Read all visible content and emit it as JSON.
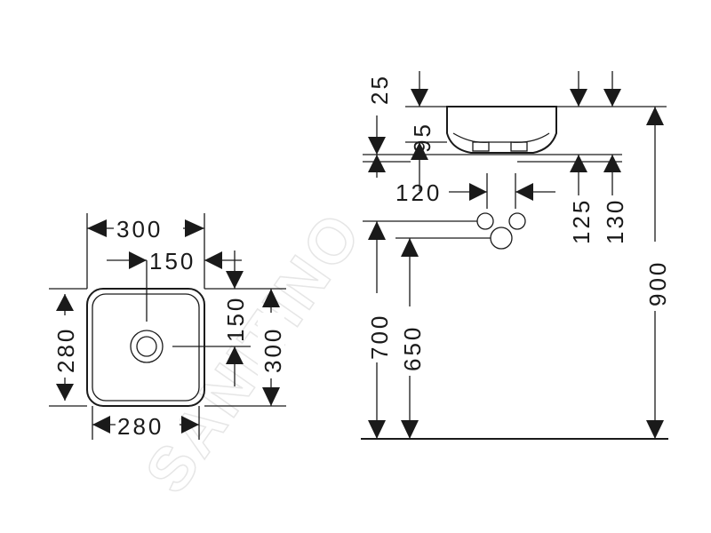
{
  "watermark": "SANITINO",
  "top_view": {
    "overall_width": "300",
    "inner_width": "280",
    "center_offset_x": "150",
    "overall_depth": "300",
    "inner_depth": "280",
    "center_offset_y": "150"
  },
  "side_view": {
    "rim_height": "25",
    "bowl_height": "95",
    "drain_offset": "120",
    "outlet_height_a": "125",
    "outlet_height_b": "130",
    "mount_height": "900",
    "waste_height_a": "700",
    "waste_height_b": "650"
  }
}
